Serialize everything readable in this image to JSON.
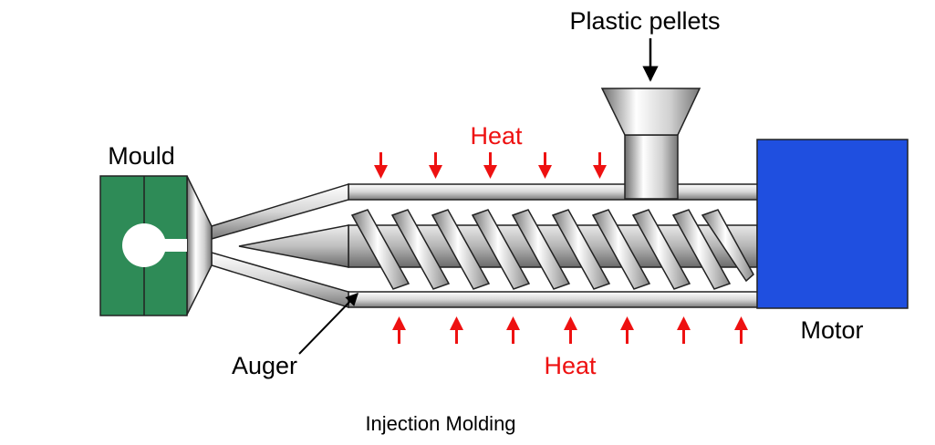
{
  "labels": {
    "plastic_pellets": "Plastic pellets",
    "heat_top": "Heat",
    "heat_bottom": "Heat",
    "mould": "Mould",
    "auger": "Auger",
    "motor": "Motor",
    "caption": "Injection Molding"
  },
  "colors": {
    "mould": "#2e8b57",
    "motor": "#1f4fe0",
    "heat": "#ee1111",
    "outline": "#222222"
  }
}
